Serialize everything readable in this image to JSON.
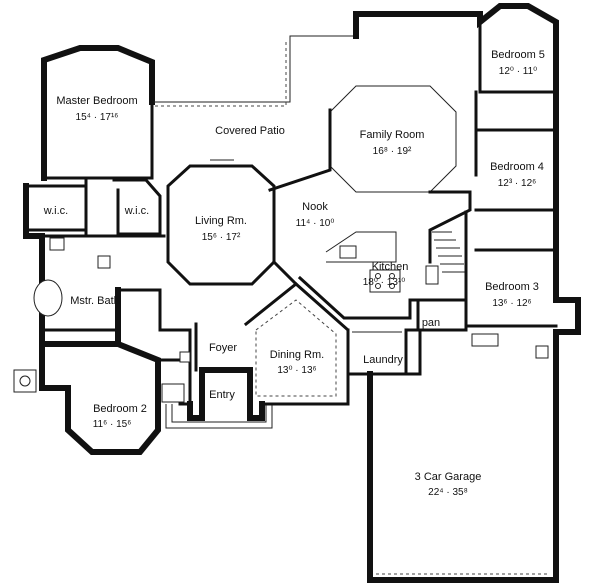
{
  "rooms": {
    "master_bedroom": {
      "label": "Master Bedroom",
      "dim": "15⁴ · 17¹⁶"
    },
    "covered_patio": {
      "label": "Covered Patio"
    },
    "family_room": {
      "label": "Family Room",
      "dim": "16⁸ · 19²"
    },
    "bedroom5": {
      "label": "Bedroom 5",
      "dim": "12⁰ · 11⁰"
    },
    "bedroom4": {
      "label": "Bedroom 4",
      "dim": "12³ · 12⁶"
    },
    "wic_left": {
      "label": "w.i.c."
    },
    "wic_right": {
      "label": "w.i.c."
    },
    "living_room": {
      "label": "Living Rm.",
      "dim": "15⁶ · 17²"
    },
    "nook": {
      "label": "Nook",
      "dim": "11⁴ · 10⁰"
    },
    "kitchen": {
      "label": "Kitchen",
      "dim": "18⁰ · 13¹⁰"
    },
    "bedroom3": {
      "label": "Bedroom 3",
      "dim": "13⁶ · 12⁶"
    },
    "mstr_bath": {
      "label": "Mstr. Bath"
    },
    "pan": {
      "label": "pan"
    },
    "foyer": {
      "label": "Foyer"
    },
    "dining_room": {
      "label": "Dining Rm.",
      "dim": "13⁰ · 13⁶"
    },
    "laundry": {
      "label": "Laundry"
    },
    "bedroom2": {
      "label": "Bedroom 2",
      "dim": "11⁶ · 15⁶"
    },
    "entry": {
      "label": "Entry"
    },
    "garage": {
      "label": "3 Car Garage",
      "dim": "22⁴ · 35⁸"
    }
  }
}
